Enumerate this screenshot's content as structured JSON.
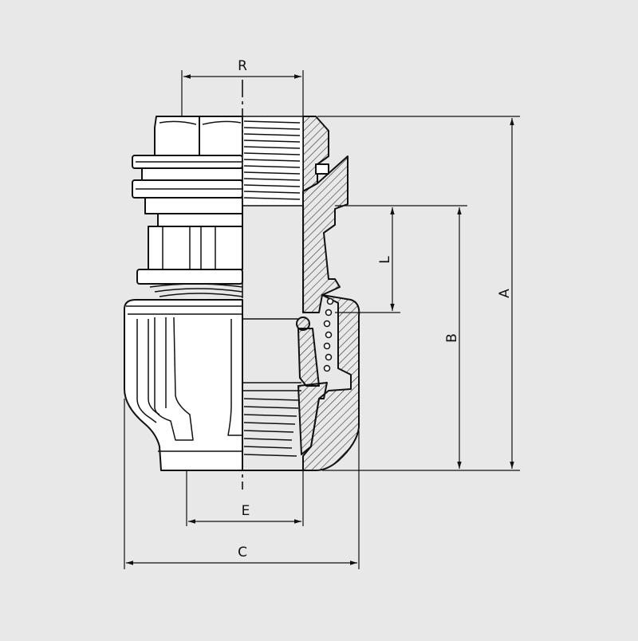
{
  "colors": {
    "background": "#e8e8e8",
    "line": "#111111",
    "fill": "#ffffff"
  },
  "labels": {
    "r": "R",
    "a": "A",
    "b": "B",
    "l": "L",
    "e": "E",
    "c": "C"
  }
}
